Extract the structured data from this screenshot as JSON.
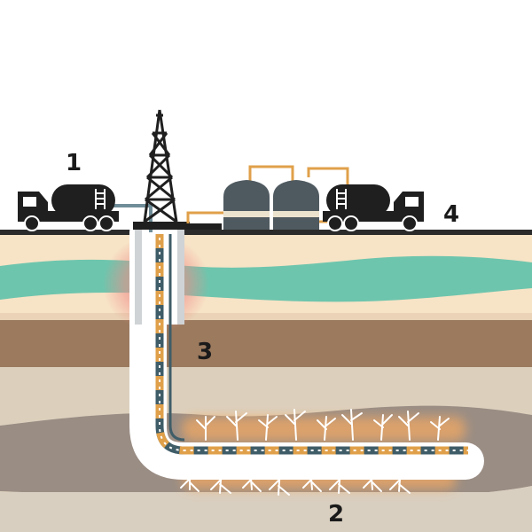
{
  "labels": {
    "one": "1",
    "two": "2",
    "three": "3",
    "four": "4"
  },
  "colors": {
    "sky": "#ffffff",
    "ground_line": "#2b2b2b",
    "sand_layer": "#f7e3c6",
    "aquifer": "#6ec5ad",
    "rock_brown": "#9b7a5e",
    "lower_layer": "#dcd0bd",
    "shale": "#9a8d84",
    "deep_layer": "#d9cfc0",
    "well_sleeve": "#ffffff",
    "pipe_blue": "#3f5d68",
    "pipe_orange": "#e0a04a",
    "fracture_glow": "#f0a864",
    "casing_glow": "#ef8d88",
    "truck": "#1f1f1f",
    "tank": "#4f5a60",
    "tank_band": "#ece3cf",
    "piping": "#e0a04a",
    "derrick": "#1f1f1f",
    "casing_pipe": "#6f8d98"
  },
  "icons": {
    "left_truck": "tanker-truck-icon",
    "right_truck": "tanker-truck-icon",
    "derrick": "drilling-rig-icon",
    "storage_tanks": "storage-tank-icon"
  }
}
